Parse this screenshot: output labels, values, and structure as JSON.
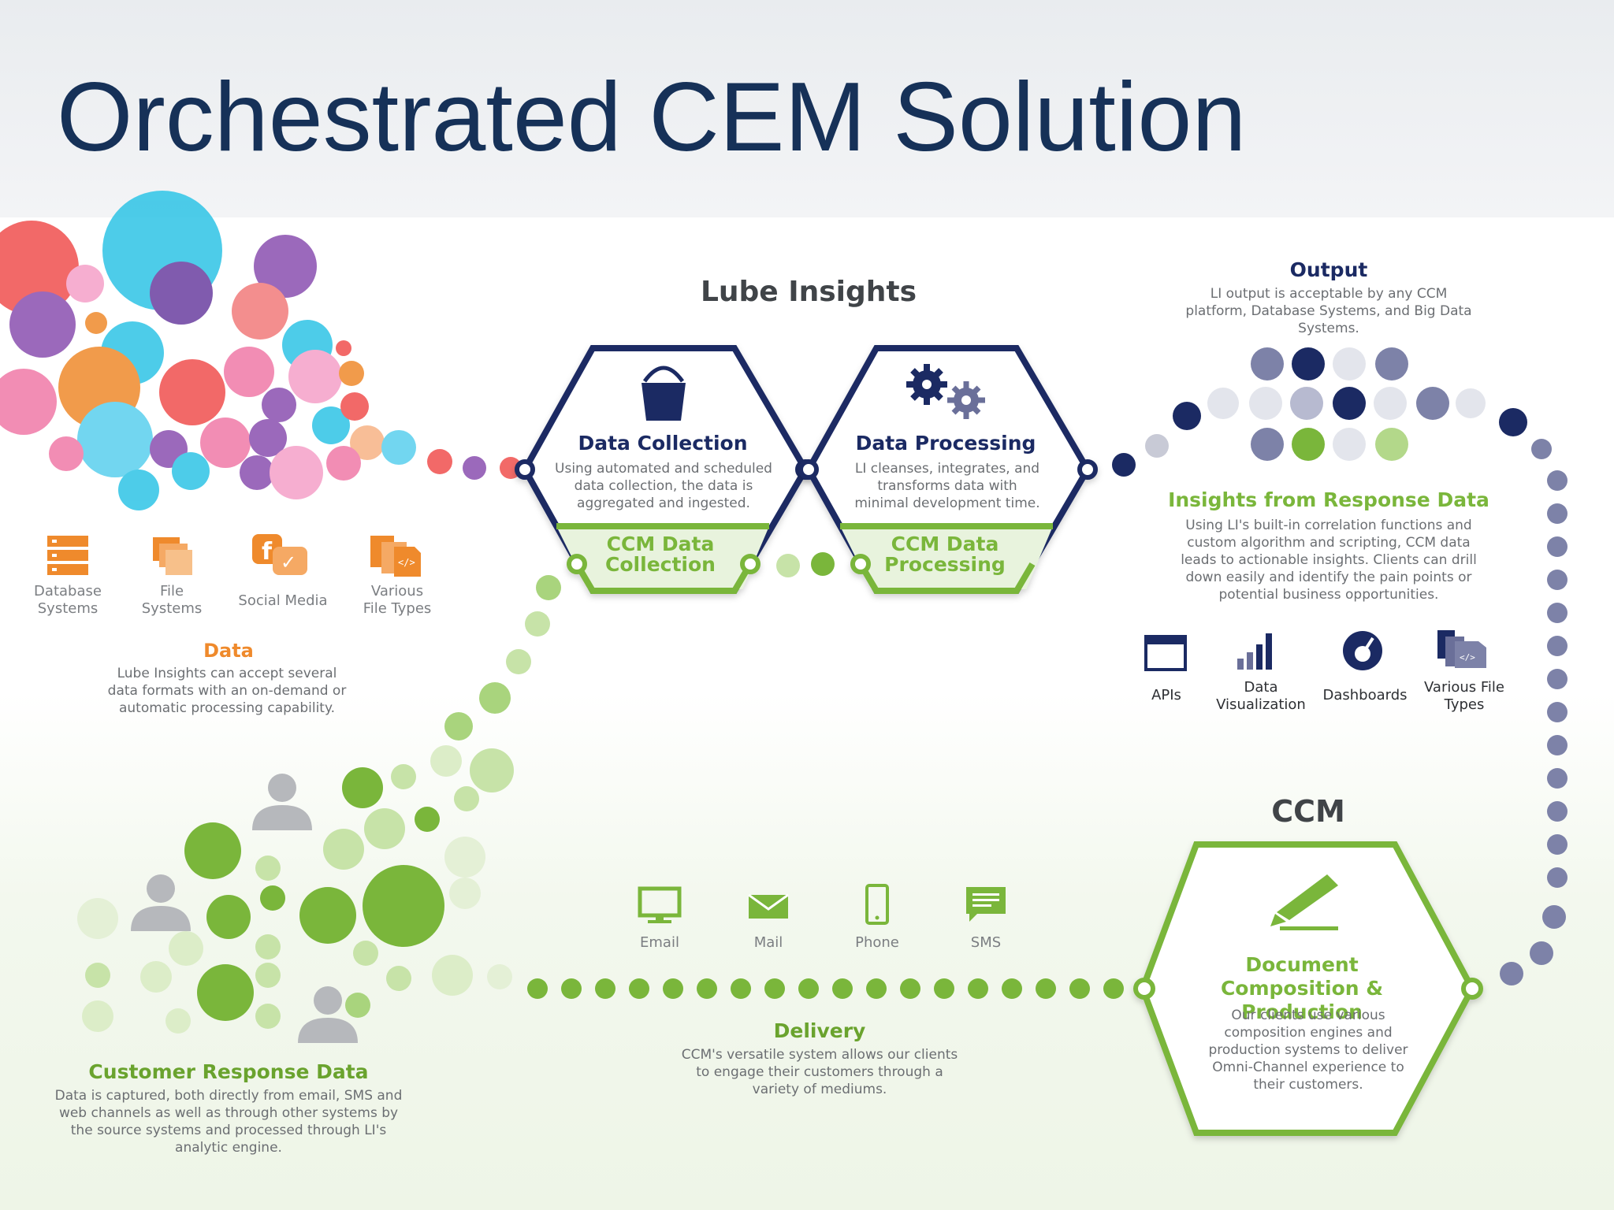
{
  "title": "Orchestrated CEM Solution",
  "lube_insights": {
    "heading": "Lube Insights"
  },
  "collection": {
    "heading": "Data Collection",
    "body": "Using automated and scheduled data collection, the data is aggregated and ingested.",
    "ccm_label": "CCM Data Collection"
  },
  "processing": {
    "heading": "Data Processing",
    "body": "LI cleanses, integrates, and transforms data with minimal development time.",
    "ccm_label": "CCM Data Processing"
  },
  "output": {
    "heading": "Output",
    "body": "LI output is acceptable by any CCM platform, Database Systems, and Big Data Systems."
  },
  "insights": {
    "heading": "Insights from Response Data",
    "body": "Using LI's built-in correlation functions and custom algorithm and scripting, CCM data leads to actionable insights.  Clients can drill down easily and identify the pain points or potential business opportunities."
  },
  "output_types": [
    {
      "label": "APIs",
      "icon": "browser-window-icon"
    },
    {
      "label": "Data Visualization",
      "icon": "bar-chart-icon"
    },
    {
      "label": "Dashboards",
      "icon": "gauge-icon"
    },
    {
      "label": "Various File Types",
      "icon": "file-types-icon"
    }
  ],
  "data_sources": [
    {
      "label": "Database Systems",
      "icon": "database-icon"
    },
    {
      "label": "File Systems",
      "icon": "folder-icon"
    },
    {
      "label": "Social Media",
      "icon": "social-media-icon"
    },
    {
      "label": "Various File Types",
      "icon": "file-types-icon"
    }
  ],
  "data": {
    "heading": "Data",
    "body": "Lube Insights can accept several data formats with an on-demand or automatic processing capability."
  },
  "ccm": {
    "heading": "CCM",
    "doc_heading": "Document Composition & Production",
    "body": "Our clients use various composition engines and production systems to deliver Omni-Channel experience to their customers."
  },
  "channels": [
    {
      "label": "Email",
      "icon": "monitor-icon"
    },
    {
      "label": "Mail",
      "icon": "envelope-icon"
    },
    {
      "label": "Phone",
      "icon": "phone-icon"
    },
    {
      "label": "SMS",
      "icon": "sms-icon"
    }
  ],
  "delivery": {
    "heading": "Delivery",
    "body": "CCM's versatile system allows our clients to engage their customers through a variety of mediums."
  },
  "customer_response": {
    "heading": "Customer Response Data",
    "body": "Data is captured, both directly from email, SMS and web channels as well as through other systems by the source systems and processed through LI's analytic engine."
  },
  "colors": {
    "navy": "#1b2a63",
    "green": "#7ab63b",
    "orange": "#ef8a2c",
    "title": "#163158"
  }
}
